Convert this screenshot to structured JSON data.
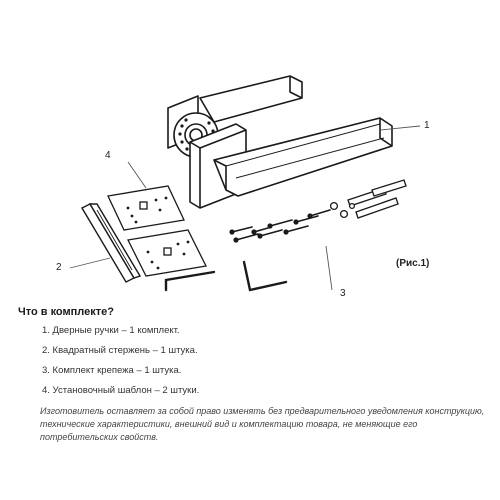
{
  "diagram": {
    "callouts": {
      "c1": "1",
      "c2": "2",
      "c3": "3",
      "c4": "4"
    },
    "figure_label": "(Рис.1)"
  },
  "kit": {
    "title": "Что в комплекте?",
    "items": [
      "1. Дверные ручки – 1 комплект.",
      "2. Квадратный стержень – 1 штука.",
      "3. Комплект крепежа – 1 штука.",
      "4. Установочный шаблон – 2 штуки."
    ],
    "disclaimer": "Изготовитель оставляет за собой право изменять без предварительного уведомления конструкцию, технические характеристики, внешний вид и комплектацию товара, не меняющие его потребительских свойств."
  }
}
